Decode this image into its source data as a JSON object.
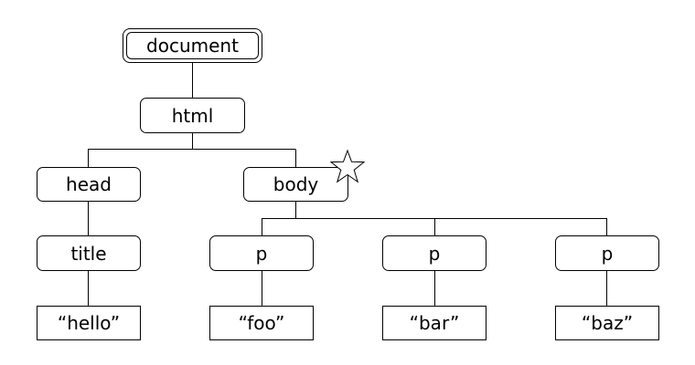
{
  "tree": {
    "document": "document",
    "html": "html",
    "head": "head",
    "title": "title",
    "hello": "“hello”",
    "body": "body",
    "p1": "p",
    "p2": "p",
    "p3": "p",
    "foo": "“foo”",
    "bar": "“bar”",
    "baz": "“baz”"
  },
  "marker": {
    "icon": "star-icon",
    "target": "body"
  },
  "colors": {
    "stroke": "#000000",
    "background": "#ffffff"
  }
}
